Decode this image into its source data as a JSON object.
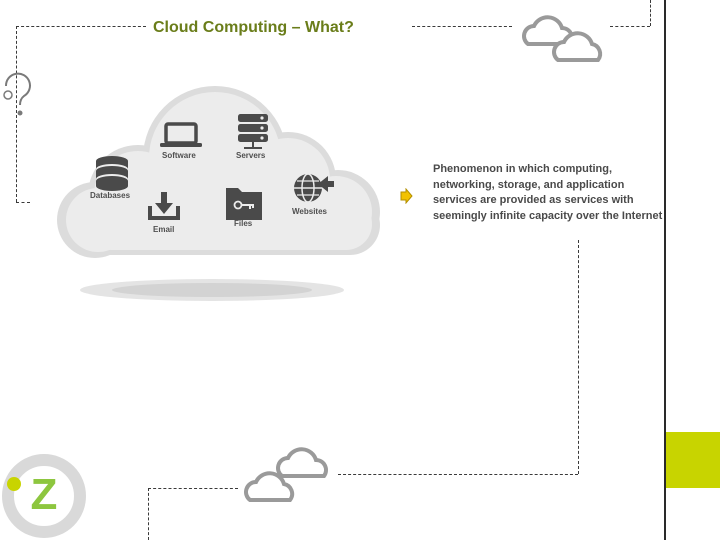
{
  "slide": {
    "title": "Cloud Computing – What?",
    "description": "Phenomenon in which computing, networking, storage, and application services are provided as services with seemingly infinite capacity over the Internet"
  },
  "cloud_labels": {
    "software": "Software",
    "servers": "Servers",
    "databases": "Databases",
    "websites": "Websites",
    "email": "Email",
    "files": "Files"
  },
  "logo": {
    "letter": "Z"
  },
  "colors": {
    "title": "#6a7d1a",
    "accent_green": "#c8d400",
    "arrow_yellow": "#f2c200",
    "logo_gray": "#d9d9d9",
    "logo_green": "#8dc63f"
  }
}
